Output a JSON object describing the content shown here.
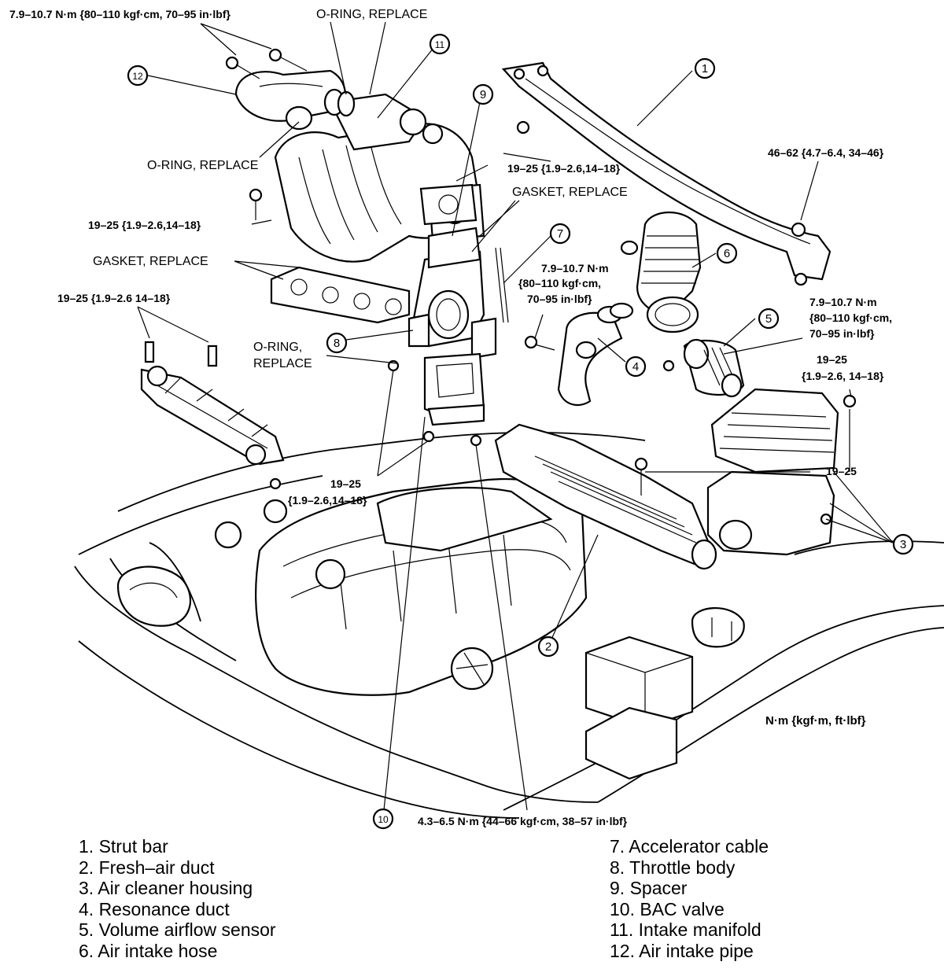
{
  "callouts": {
    "torque_top": "7.9–10.7 N·m {80–110 kgf·cm, 70–95 in·lbf}",
    "oring_top": "O-RING, REPLACE",
    "oring_left": "O-RING, REPLACE",
    "torque_manifold_left": "19–25 {1.9–2.6,14–18}",
    "gasket_left": "GASKET, REPLACE",
    "torque_injector": "19–25 {1.9–2.6 14–18}",
    "oring_mid_1": "O-RING,",
    "oring_mid_2": "REPLACE",
    "torque_spacer": "19–25 {1.9–2.6,14–18}",
    "gasket_right": "GASKET, REPLACE",
    "torque_mid_1": "7.9–10.7 N·m",
    "torque_mid_2": "{80–110 kgf·cm,",
    "torque_mid_3": "70–95  in·lbf}",
    "torque_strut": "46–62 {4.7–6.4, 34–46}",
    "torque_right_1": "7.9–10.7 N·m",
    "torque_right_2": "{80–110 kgf·cm,",
    "torque_right_3": "70–95 in·lbf}",
    "torque_cleaner_1": "19–25",
    "torque_cleaner_2": "{1.9–2.6, 14–18}",
    "torque_lower_1": "19–25",
    "torque_lower_2": "{1.9–2.6,14–18}",
    "torque_cleaner_mid": "19–25",
    "torque_bac": "4.3–6.5 N·m {44–66 kgf·cm, 38–57 in·lbf}",
    "units_note": "N·m {kgf·m,  ft·lbf}"
  },
  "part_numbers": [
    "1",
    "2",
    "3",
    "4",
    "5",
    "6",
    "7",
    "8",
    "9",
    "10",
    "11",
    "12"
  ],
  "legend_left": [
    "1. Strut bar",
    "2. Fresh–air duct",
    "3. Air cleaner housing",
    "4. Resonance duct",
    "5. Volume airflow sensor",
    "6. Air intake hose"
  ],
  "legend_right": [
    "7. Accelerator cable",
    "8. Throttle body",
    "9. Spacer",
    "10. BAC valve",
    "11. Intake manifold",
    "12. Air intake pipe"
  ]
}
